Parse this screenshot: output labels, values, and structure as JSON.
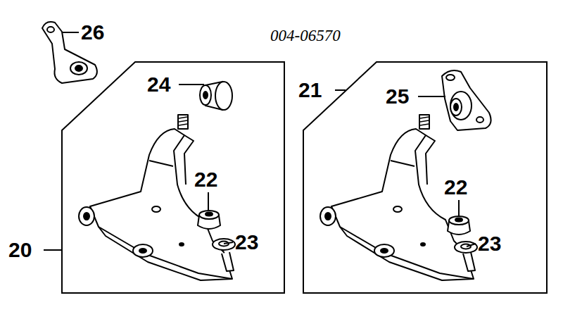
{
  "diagram": {
    "nodes": [
      {
        "text": [
          "20"
        ]
      },
      {
        "text": [
          "21"
        ]
      }
    ],
    "labels": [
      "26",
      "004-06570",
      "24",
      "25",
      "22",
      "23",
      "22",
      "23"
    ]
  }
}
